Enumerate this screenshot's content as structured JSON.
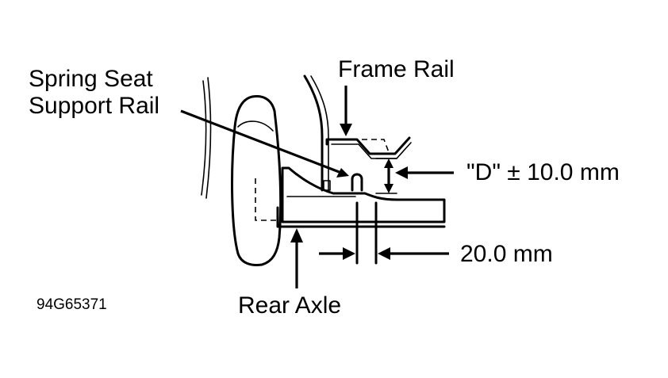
{
  "labels": {
    "spring_seat_support_rail_line1": "Spring Seat",
    "spring_seat_support_rail_line2": "Support Rail",
    "frame_rail": "Frame Rail",
    "d_dimension": "\"D\" ± 10.0 mm",
    "horizontal_dimension": "20.0 mm",
    "rear_axle": "Rear Axle",
    "figure_id": "94G65371"
  }
}
